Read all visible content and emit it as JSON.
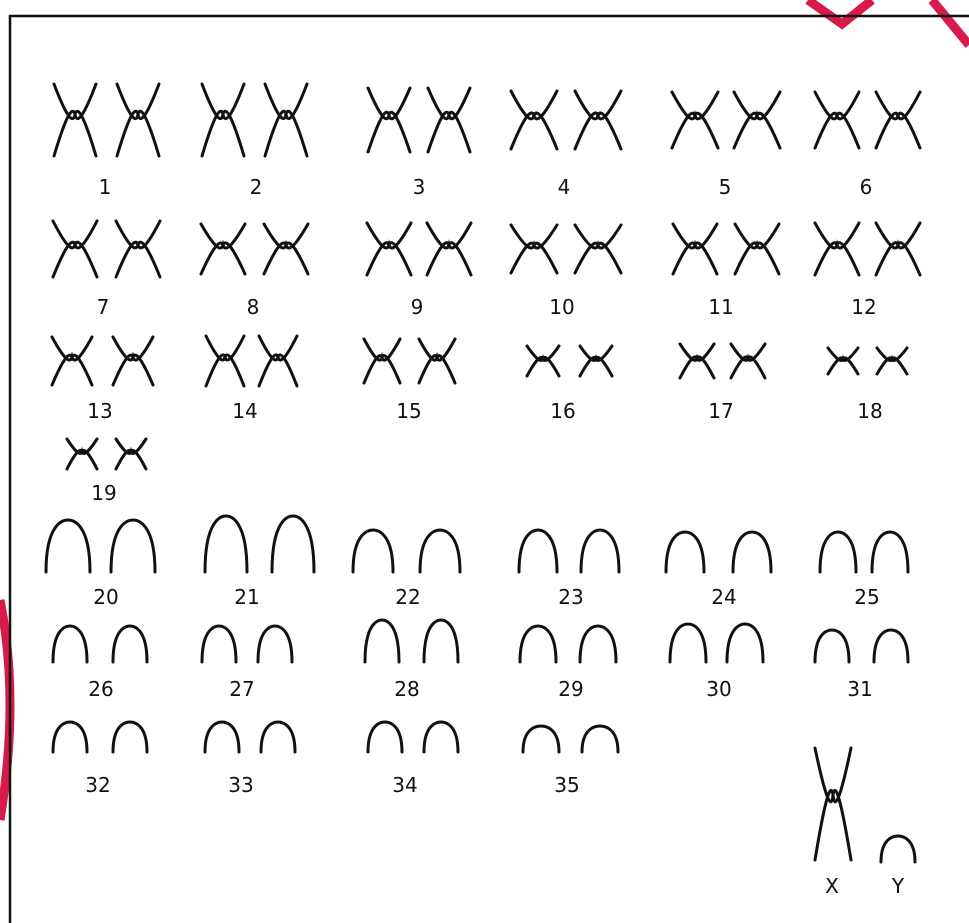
{
  "colors": {
    "ink": "#111111",
    "background": "#ffffff",
    "watermark": "#d71a4a"
  },
  "karyotype": {
    "pairs": [
      {
        "label": "1",
        "shape": "x-large"
      },
      {
        "label": "2",
        "shape": "x-large"
      },
      {
        "label": "3",
        "shape": "x-large"
      },
      {
        "label": "4",
        "shape": "x-large"
      },
      {
        "label": "5",
        "shape": "x-large"
      },
      {
        "label": "6",
        "shape": "x-large"
      },
      {
        "label": "7",
        "shape": "x-large"
      },
      {
        "label": "8",
        "shape": "x-large"
      },
      {
        "label": "9",
        "shape": "x-large"
      },
      {
        "label": "10",
        "shape": "x-large"
      },
      {
        "label": "11",
        "shape": "x-large"
      },
      {
        "label": "12",
        "shape": "x-large"
      },
      {
        "label": "13",
        "shape": "x-medium"
      },
      {
        "label": "14",
        "shape": "x-medium"
      },
      {
        "label": "15",
        "shape": "x-medium"
      },
      {
        "label": "16",
        "shape": "x-small"
      },
      {
        "label": "17",
        "shape": "x-small"
      },
      {
        "label": "18",
        "shape": "x-small"
      },
      {
        "label": "19",
        "shape": "x-small"
      },
      {
        "label": "20",
        "shape": "arch"
      },
      {
        "label": "21",
        "shape": "arch"
      },
      {
        "label": "22",
        "shape": "arch"
      },
      {
        "label": "23",
        "shape": "arch"
      },
      {
        "label": "24",
        "shape": "arch"
      },
      {
        "label": "25",
        "shape": "arch"
      },
      {
        "label": "26",
        "shape": "arch"
      },
      {
        "label": "27",
        "shape": "arch"
      },
      {
        "label": "28",
        "shape": "arch"
      },
      {
        "label": "29",
        "shape": "arch"
      },
      {
        "label": "30",
        "shape": "arch"
      },
      {
        "label": "31",
        "shape": "arch"
      },
      {
        "label": "32",
        "shape": "arch"
      },
      {
        "label": "33",
        "shape": "arch"
      },
      {
        "label": "34",
        "shape": "arch"
      },
      {
        "label": "35",
        "shape": "arch"
      }
    ],
    "sex_chromosomes": [
      {
        "label": "X",
        "shape": "x-tall"
      },
      {
        "label": "Y",
        "shape": "arch-small"
      }
    ]
  }
}
